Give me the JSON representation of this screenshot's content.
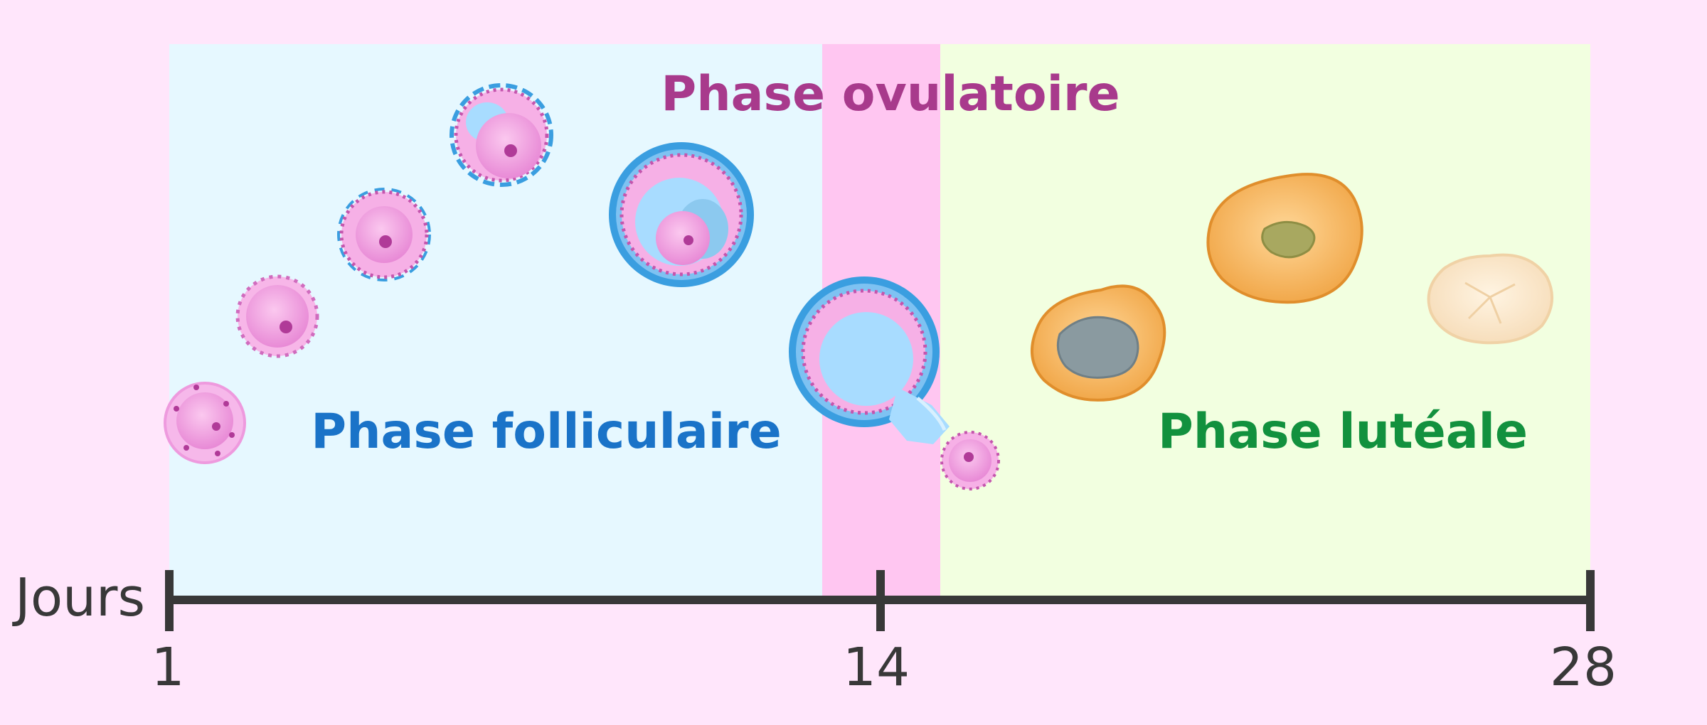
{
  "phases": {
    "follicular": {
      "label": "Phase folliculaire",
      "color": "#1a73c8",
      "bg": "#e6f8ff"
    },
    "ovulatory": {
      "label": "Phase ovulatoire",
      "color": "#a83a8c",
      "bg": "#ffc6f1"
    },
    "luteal": {
      "label": "Phase lutéale",
      "color": "#12913e",
      "bg": "#f2ffe0"
    }
  },
  "axis": {
    "label": "Jours",
    "ticks": [
      "1",
      "14",
      "28"
    ],
    "color": "#383838"
  },
  "colors": {
    "background": "#ffe6fb",
    "follicle_pink": "#f09ee0",
    "follicle_dark": "#b03a98",
    "theca_blue": "#3a9ee0",
    "antrum_blue": "#a8dcff",
    "corpus_orange": "#f5b85a",
    "corpus_albicans": "#fbe6c8"
  }
}
